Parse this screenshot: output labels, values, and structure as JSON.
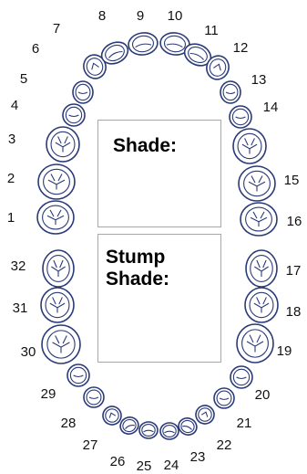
{
  "shade": {
    "label": "Shade:",
    "value": ""
  },
  "stump_shade": {
    "label": "Stump\nShade:",
    "value": ""
  },
  "colors": {
    "tooth_outline": "#2a3a78",
    "box_border": "#a8a8a8"
  },
  "teeth": [
    {
      "num": "1",
      "type": "molar"
    },
    {
      "num": "2",
      "type": "molar"
    },
    {
      "num": "3",
      "type": "molar"
    },
    {
      "num": "4",
      "type": "premolar"
    },
    {
      "num": "5",
      "type": "premolar"
    },
    {
      "num": "6",
      "type": "canine"
    },
    {
      "num": "7",
      "type": "incisor"
    },
    {
      "num": "8",
      "type": "incisor"
    },
    {
      "num": "9",
      "type": "incisor"
    },
    {
      "num": "10",
      "type": "incisor"
    },
    {
      "num": "11",
      "type": "canine"
    },
    {
      "num": "12",
      "type": "premolar"
    },
    {
      "num": "13",
      "type": "premolar"
    },
    {
      "num": "14",
      "type": "molar"
    },
    {
      "num": "15",
      "type": "molar"
    },
    {
      "num": "16",
      "type": "molar"
    },
    {
      "num": "17",
      "type": "molar"
    },
    {
      "num": "18",
      "type": "molar"
    },
    {
      "num": "19",
      "type": "molar"
    },
    {
      "num": "20",
      "type": "premolar"
    },
    {
      "num": "21",
      "type": "premolar"
    },
    {
      "num": "22",
      "type": "canine"
    },
    {
      "num": "23",
      "type": "incisor"
    },
    {
      "num": "24",
      "type": "incisor"
    },
    {
      "num": "25",
      "type": "incisor"
    },
    {
      "num": "26",
      "type": "incisor"
    },
    {
      "num": "27",
      "type": "canine"
    },
    {
      "num": "28",
      "type": "premolar"
    },
    {
      "num": "29",
      "type": "premolar"
    },
    {
      "num": "30",
      "type": "molar"
    },
    {
      "num": "31",
      "type": "molar"
    },
    {
      "num": "32",
      "type": "molar"
    }
  ]
}
